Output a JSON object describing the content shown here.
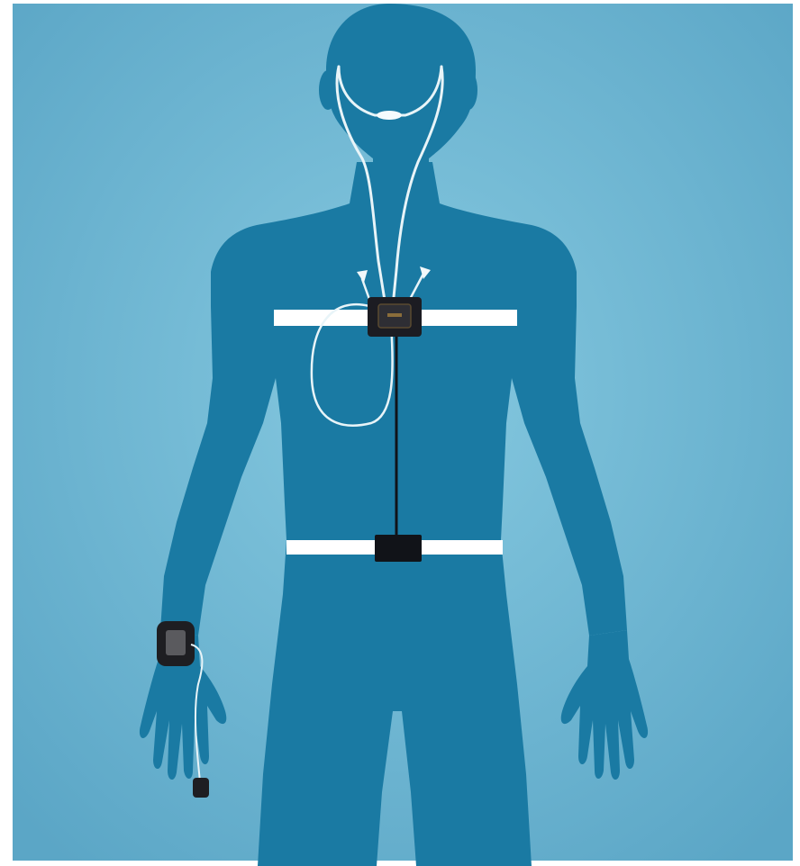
{
  "scene": {
    "subject": "human-silhouette",
    "devices": [
      {
        "name": "nasal-cannula"
      },
      {
        "name": "chest-belt"
      },
      {
        "name": "chest-recorder"
      },
      {
        "name": "abdomen-belt"
      },
      {
        "name": "abdomen-sensor"
      },
      {
        "name": "wrist-oximeter"
      },
      {
        "name": "finger-probe"
      }
    ]
  },
  "colors": {
    "background_center": "#7cc3dc",
    "background_edge": "#5aa8c8",
    "silhouette": "#1a7aa3",
    "belt": "#ffffff",
    "device": "#1c1c22",
    "wire": "#e8f4f8"
  }
}
